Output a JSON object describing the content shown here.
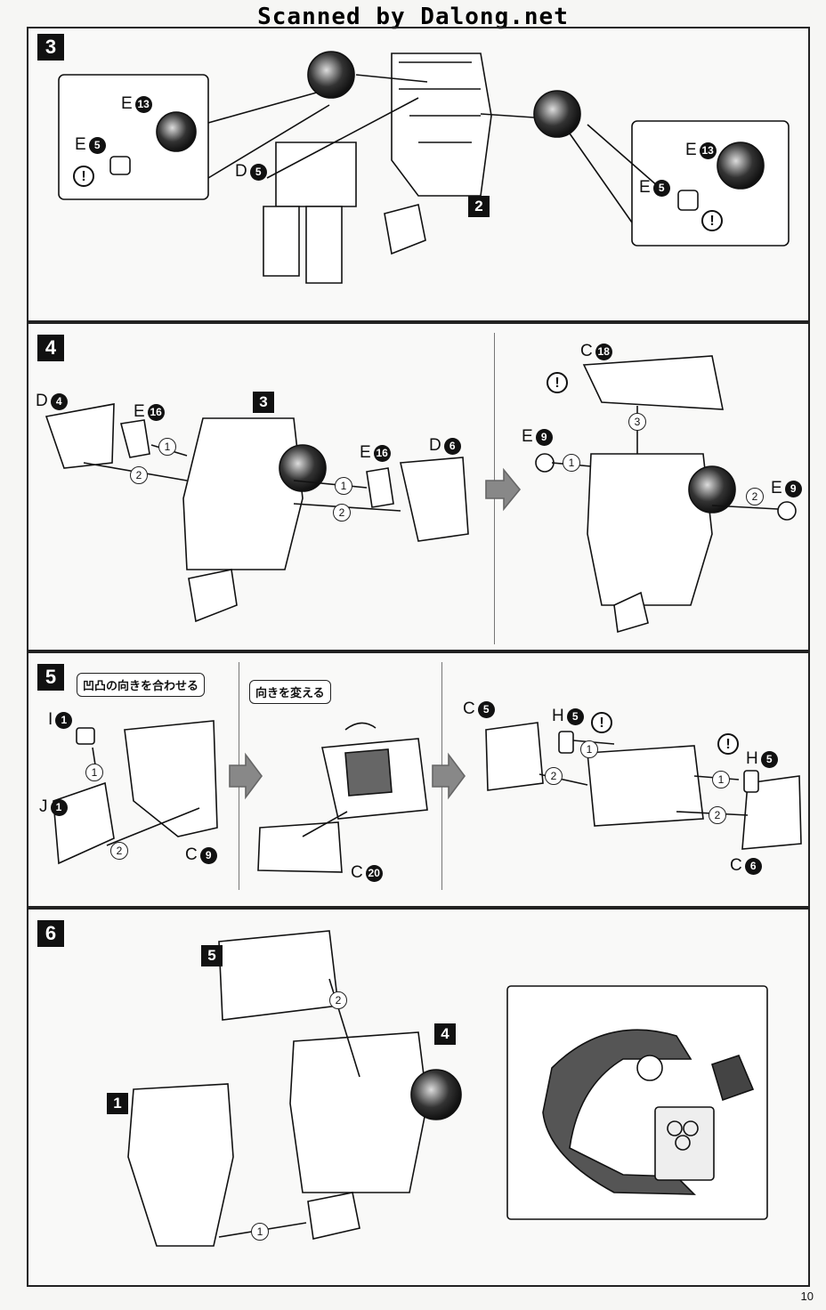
{
  "header": {
    "title": "Scanned by Dalong.net"
  },
  "page_number": "10",
  "steps": {
    "s3": {
      "number": "3",
      "sub_badge": "2",
      "labels": {
        "e13_left": "E",
        "e13_left_n": "13",
        "e5_left": "E",
        "e5_left_n": "5",
        "d5": "D",
        "d5_n": "5",
        "e13_right": "E",
        "e13_right_n": "13",
        "e5_right": "E",
        "e5_right_n": "5"
      },
      "warn": "!"
    },
    "s4": {
      "number": "4",
      "sub_badge": "3",
      "labels": {
        "d4": "D",
        "d4_n": "4",
        "e16_a": "E",
        "e16_a_n": "16",
        "e16_b": "E",
        "e16_b_n": "16",
        "d6": "D",
        "d6_n": "6",
        "c18": "C",
        "c18_n": "18",
        "e9_a": "E",
        "e9_a_n": "9",
        "e9_b": "E",
        "e9_b_n": "9"
      },
      "order": [
        "1",
        "2",
        "3"
      ],
      "warn": "!"
    },
    "s5": {
      "number": "5",
      "note_align": "凹凸の向きを合わせる",
      "note_turn": "向きを変える",
      "labels": {
        "i1": "I",
        "i1_n": "1",
        "j1": "J",
        "j1_n": "1",
        "c9": "C",
        "c9_n": "9",
        "c20": "C",
        "c20_n": "20",
        "c5": "C",
        "c5_n": "5",
        "h5_a": "H",
        "h5_a_n": "5",
        "h5_b": "H",
        "h5_b_n": "5",
        "c6": "C",
        "c6_n": "6"
      },
      "order": [
        "1",
        "2"
      ],
      "warn": "!"
    },
    "s6": {
      "number": "6",
      "sub_badges": [
        "5",
        "4",
        "1"
      ],
      "order": [
        "1",
        "2"
      ]
    }
  }
}
